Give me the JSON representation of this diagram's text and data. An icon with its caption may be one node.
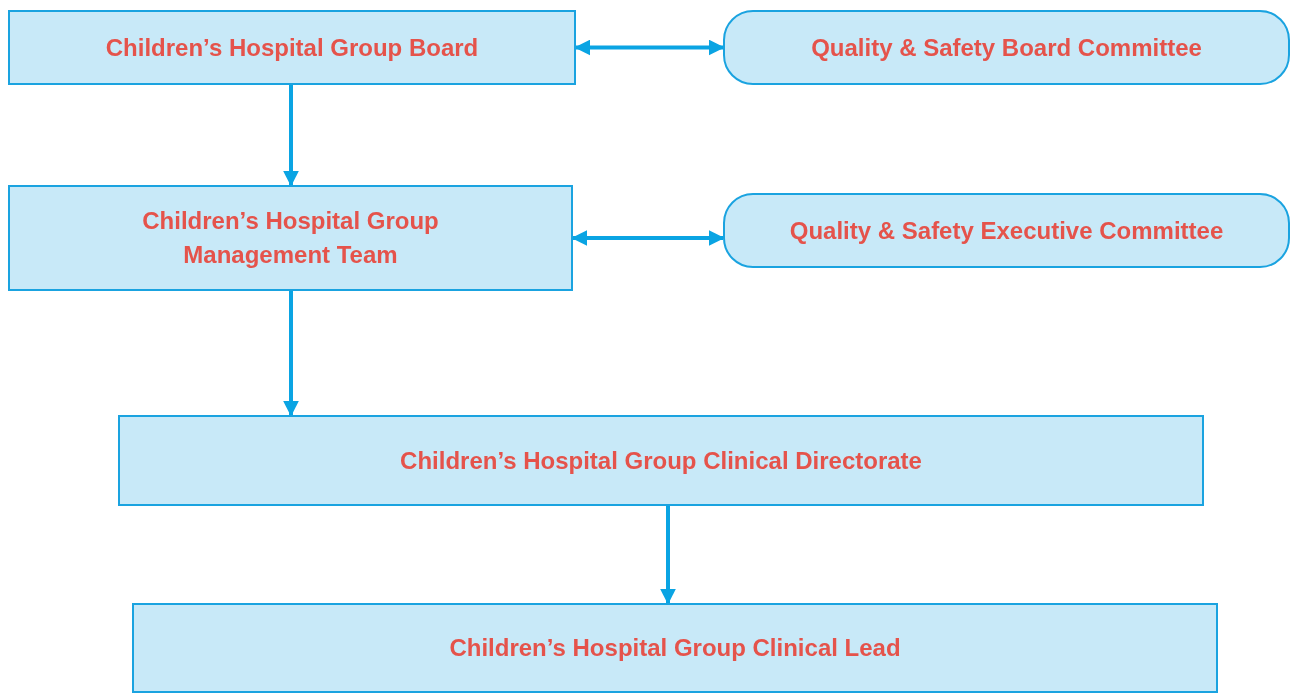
{
  "diagram": {
    "nodes": [
      {
        "text": [
          "Children’s Hospital Group Board"
        ]
      },
      {
        "text": [
          "Quality & Safety Board Committee"
        ]
      },
      {
        "text": [
          "Children’s Hospital Group Management Team"
        ]
      },
      {
        "text": [
          "Quality & Safety Executive Committee"
        ]
      },
      {
        "text": [
          "Children’s Hospital Group Clinical Directorate"
        ]
      },
      {
        "text": [
          "Children’s Hospital Group Clinical Lead"
        ]
      }
    ],
    "edges": [
      {
        "from": 0,
        "to": 1,
        "arrow": "both"
      },
      {
        "from": 0,
        "to": 2,
        "arrow": "to"
      },
      {
        "from": 2,
        "to": 3,
        "arrow": "both"
      },
      {
        "from": 2,
        "to": 4,
        "arrow": "to"
      },
      {
        "from": 4,
        "to": 5,
        "arrow": "to"
      }
    ]
  }
}
